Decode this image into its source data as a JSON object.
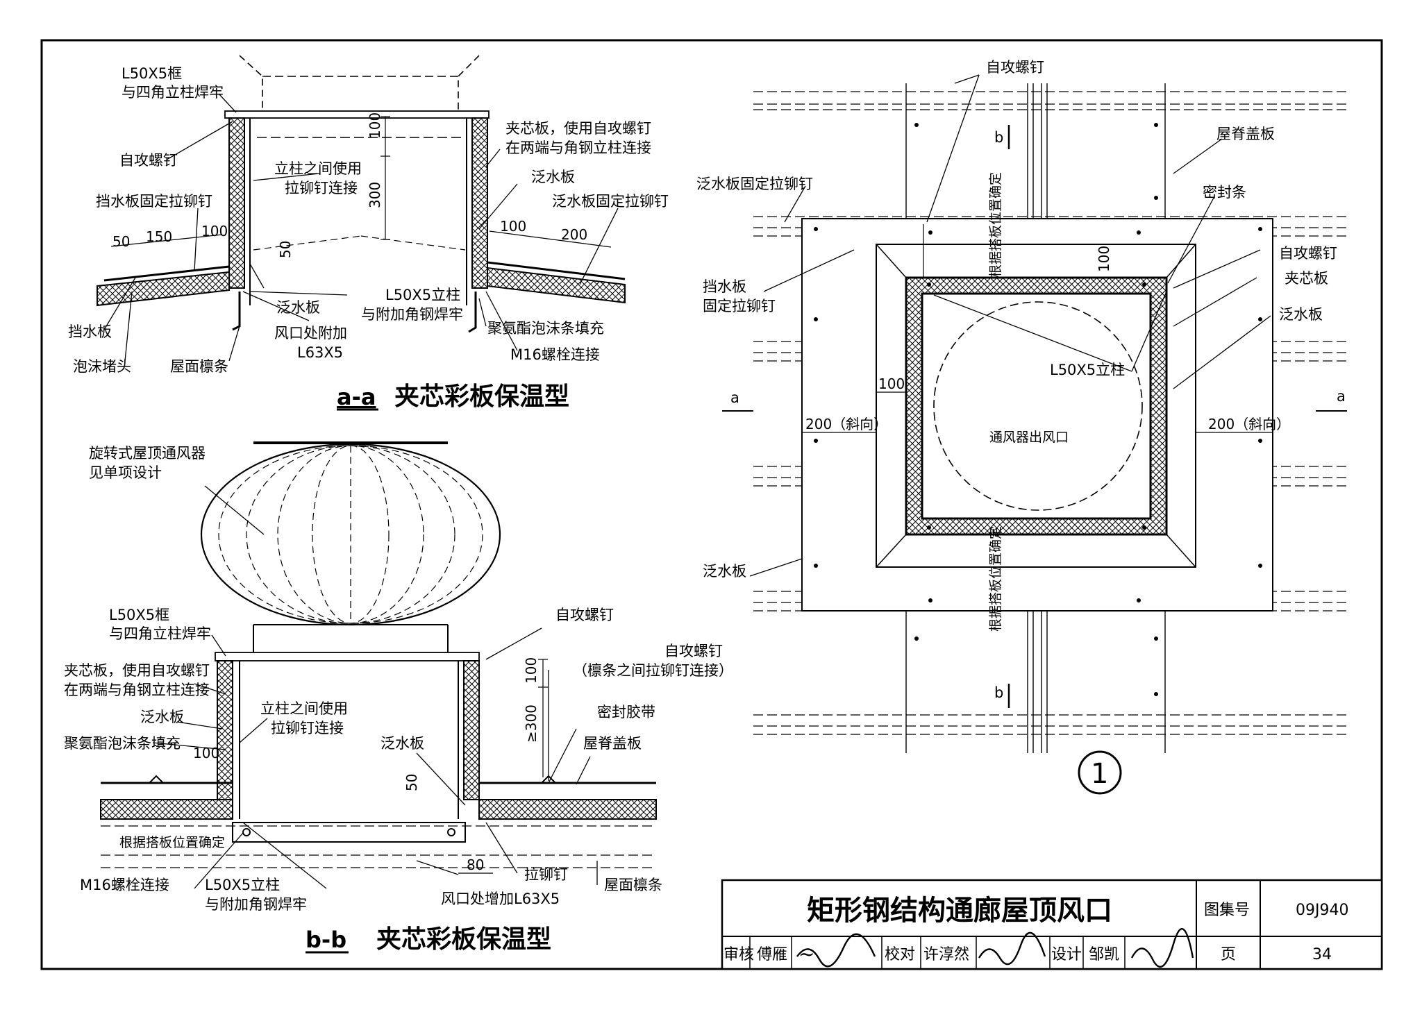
{
  "section_aa": {
    "caption_id": "a-a",
    "caption_text": "夹芯彩板保温型",
    "labels": {
      "frame_a": "L50X5框",
      "frame_b": "与四角立柱焊牢",
      "screw": "自攻螺钉",
      "column_a": "立柱之间使用",
      "column_b": "拉铆钉连接",
      "panel_a": "夹芯板，使用自攻螺钉",
      "panel_b": "在两端与角钢立柱连接",
      "flash_top": "泛水板",
      "stop_rivet": "挡水板固定拉铆钉",
      "flash_rivet": "泛水板固定拉铆钉",
      "flash_mid": "泛水板",
      "stiff_a": "L50X5立柱",
      "stiff_b": "与附加角钢焊牢",
      "foam": "聚氨酯泡沫条填充",
      "water_stop": "挡水板",
      "opening_a": "风口处附加",
      "opening_b": "L63X5",
      "bolt": "M16螺栓连接",
      "foam_plug": "泡沫堵头",
      "purlin": "屋面檩条"
    },
    "dims": [
      "100",
      "300",
      "50",
      "150",
      "100",
      "100",
      "200",
      "50"
    ]
  },
  "section_bb": {
    "caption_id": "b-b",
    "caption_text": "夹芯彩板保温型",
    "labels": {
      "vent_a": "旋转式屋顶通风器",
      "vent_b": "见单项设计",
      "frame_a": "L50X5框",
      "frame_b": "与四角立柱焊牢",
      "screw": "自攻螺钉",
      "screw2_a": "自攻螺钉",
      "screw2_b": "（檩条之间拉铆钉连接）",
      "panel_a": "夹芯板，使用自攻螺钉",
      "panel_b": "在两端与角钢立柱连接",
      "column_a": "立柱之间使用",
      "column_b": "拉铆钉连接",
      "flash_left": "泛水板",
      "seal_tape": "密封胶带",
      "foam": "聚氨酯泡沫条填充",
      "flash_right": "泛水板",
      "ridge": "屋脊盖板",
      "per_plate": "根据搭板位置确定",
      "bolt": "M16螺栓连接",
      "stiff_a": "L50X5立柱",
      "stiff_b": "与附加角钢焊牢",
      "rivet": "拉铆钉",
      "purlin": "屋面檩条",
      "opening": "风口处增加L63X5"
    },
    "dims": [
      "100",
      "≥300",
      "100",
      "50",
      "80"
    ]
  },
  "plan": {
    "labels": {
      "screw_top": "自攻螺钉",
      "ridge": "屋脊盖板",
      "flash_rivet": "泛水板固定拉铆钉",
      "seal": "密封条",
      "screw_r": "自攻螺钉",
      "panel": "夹芯板",
      "flash_r": "泛水板",
      "stop_a": "挡水板",
      "stop_b": "固定拉铆钉",
      "column": "L50X5立柱",
      "outlet": "通风器出风口",
      "flash_l": "泛水板",
      "per_plate_top": "根据搭板位置确定",
      "per_plate_bot": "根据搭板位置确定",
      "sec_a_left": "a",
      "sec_a_right": "a",
      "sec_b_top": "b",
      "sec_b_bot": "b"
    },
    "dims": [
      "100",
      "100",
      "200（斜向）",
      "200（斜向）"
    ],
    "detail_no": "1"
  },
  "title_block": {
    "title": "矩形钢结构通廊屋顶风口",
    "atlas_label": "图集号",
    "atlas_no": "09J940",
    "page_label": "页",
    "page_no": "34",
    "review_label": "审核",
    "reviewer": "傅雁",
    "check_label": "校对",
    "checker": "许淳然",
    "design_label": "设计",
    "designer": "邹凯"
  }
}
